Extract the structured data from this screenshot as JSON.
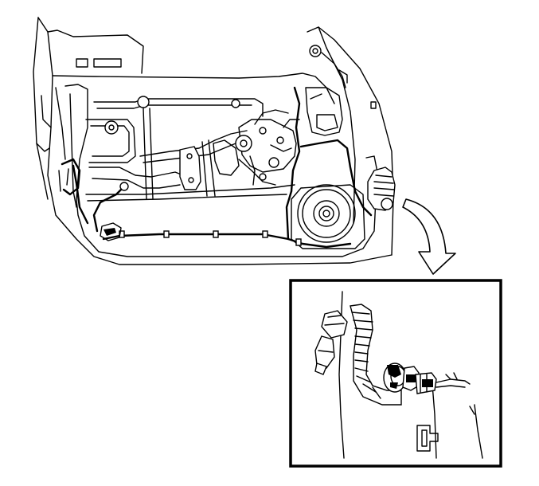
{
  "diagram": {
    "components": [
      "door-outer-panel",
      "door-inner-panel",
      "window-regulator",
      "door-speaker",
      "wiring-harness",
      "harness-grommet",
      "harness-connector"
    ],
    "callout": {
      "arrow": "curved-arrow",
      "detail_view": "harness-grommet-connector-detail"
    },
    "colors": {
      "line": "#000000",
      "background": "#ffffff"
    }
  }
}
